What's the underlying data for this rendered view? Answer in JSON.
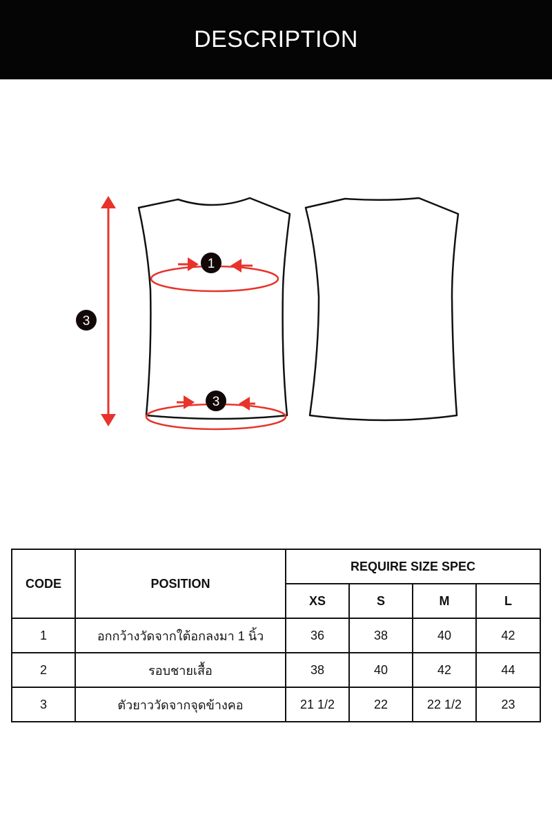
{
  "header": {
    "title": "DESCRIPTION"
  },
  "diagram": {
    "markers": [
      {
        "label": "1"
      },
      {
        "label": "3"
      },
      {
        "label": "3"
      }
    ],
    "colors": {
      "arrow": "#e8332a",
      "garment_outline": "#111111",
      "marker_fill": "#120808"
    }
  },
  "table": {
    "headers": {
      "code": "CODE",
      "position": "POSITION",
      "spec": "REQUIRE SIZE SPEC",
      "sizes": [
        "XS",
        "S",
        "M",
        "L"
      ]
    },
    "rows": [
      {
        "code": "1",
        "position": "อกกว้างวัดจากใต้อกลงมา 1 นิ้ว",
        "values": [
          "36",
          "38",
          "40",
          "42"
        ]
      },
      {
        "code": "2",
        "position": "รอบชายเสื้อ",
        "values": [
          "38",
          "40",
          "42",
          "44"
        ]
      },
      {
        "code": "3",
        "position": "ตัวยาววัดจากจุดข้างคอ",
        "values": [
          "21 1/2",
          "22",
          "22 1/2",
          "23"
        ]
      }
    ]
  }
}
